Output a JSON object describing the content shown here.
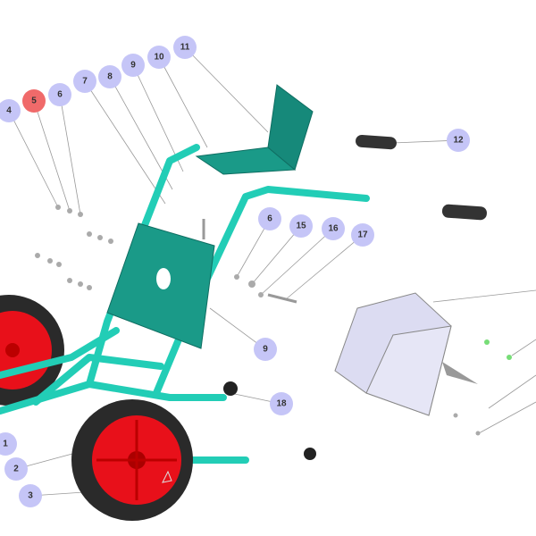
{
  "diagram": {
    "title": "Exploded parts view - two-wheel hand truck",
    "callouts": [
      {
        "label": "1"
      },
      {
        "label": "2"
      },
      {
        "label": "3"
      },
      {
        "label": "4"
      },
      {
        "label": "5",
        "highlighted": true
      },
      {
        "label": "6"
      },
      {
        "label": "7"
      },
      {
        "label": "8"
      },
      {
        "label": "9"
      },
      {
        "label": "10"
      },
      {
        "label": "11"
      },
      {
        "label": "12"
      },
      {
        "label": "6"
      },
      {
        "label": "15"
      },
      {
        "label": "16"
      },
      {
        "label": "17"
      },
      {
        "label": "9"
      },
      {
        "label": "18"
      }
    ],
    "colors": {
      "callout": "#c5c5f7",
      "callout_highlight": "#f06a6a",
      "frame": "#22cdb6",
      "plate": "#1a9a88",
      "tire": "#2a2a2a",
      "rim": "#e8101a",
      "shield": "#dcdcf2"
    }
  }
}
